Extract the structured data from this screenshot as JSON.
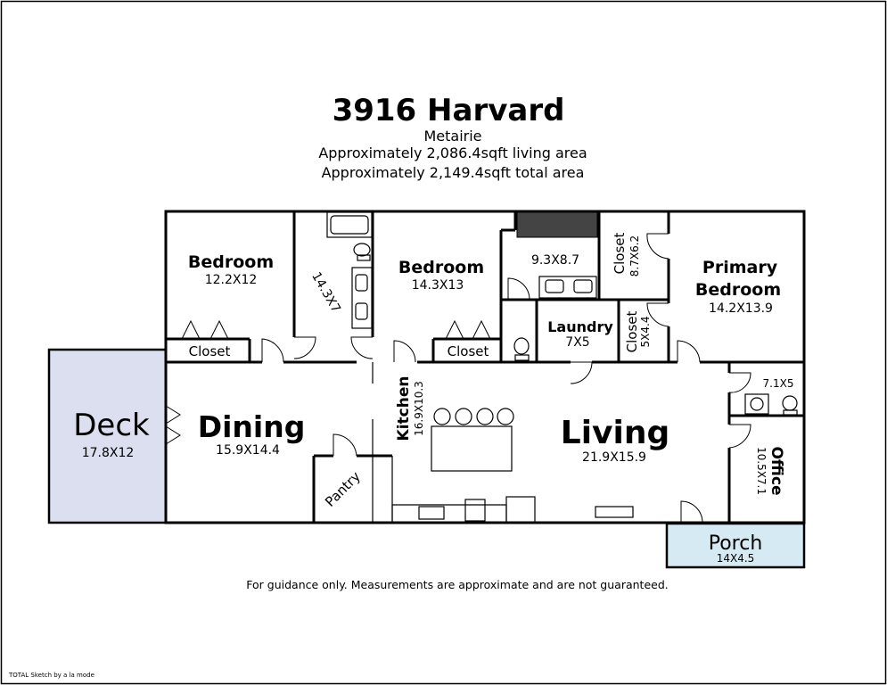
{
  "header": {
    "title": "3916 Harvard",
    "city": "Metairie",
    "living_area": "Approximately 2,086.4sqft living area",
    "total_area": "Approximately 2,149.4sqft total area"
  },
  "rooms": {
    "bedroom1": {
      "name": "Bedroom",
      "dims": "12.2X12"
    },
    "bath1": {
      "dims": "14.3X7"
    },
    "bedroom2": {
      "name": "Bedroom",
      "dims": "14.3X13"
    },
    "bath2": {
      "dims": "9.3X8.7"
    },
    "closet_top": {
      "name": "Closet",
      "dims": "8.7X6.2"
    },
    "primary": {
      "name_line1": "Primary",
      "name_line2": "Bedroom",
      "dims": "14.2X13.9"
    },
    "closet1": {
      "name": "Closet"
    },
    "closet2": {
      "name": "Closet"
    },
    "laundry": {
      "name": "Laundry",
      "dims": "7X5"
    },
    "closet_small": {
      "name": "Closet",
      "dims": "5X4.4"
    },
    "half_bath": {
      "dims": "7.1X5"
    },
    "deck": {
      "name": "Deck",
      "dims": "17.8X12"
    },
    "dining": {
      "name": "Dining",
      "dims": "15.9X14.4"
    },
    "kitchen": {
      "name": "Kitchen",
      "dims": "16.9X10.3"
    },
    "living": {
      "name": "Living",
      "dims": "21.9X15.9"
    },
    "office": {
      "name": "Office",
      "dims": "10.5X7.1"
    },
    "pantry": {
      "name": "Pantry"
    },
    "porch": {
      "name": "Porch",
      "dims": "14X4.5"
    }
  },
  "footer": {
    "disclaimer": "For guidance only. Measurements are approximate and are not guaranteed.",
    "credit": "TOTAL Sketch by a la mode"
  },
  "colors": {
    "deck_fill": "#dcdff0",
    "porch_fill": "#d5eaf2",
    "wall": "#000000"
  }
}
